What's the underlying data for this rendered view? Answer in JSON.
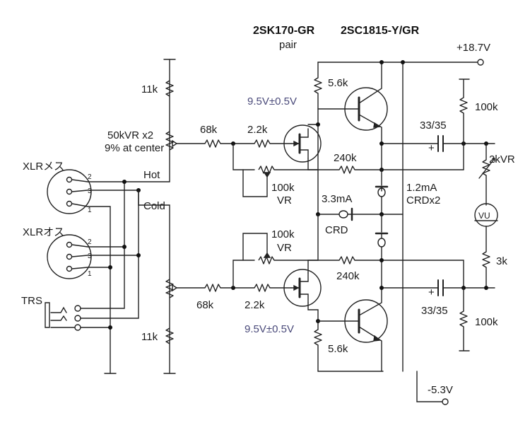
{
  "header": {
    "part_fet": "2SK170-GR",
    "part_bjt": "2SC1815-Y/GR",
    "pair_note": "pair"
  },
  "rails": {
    "pos": "+18.7V",
    "neg": "-5.3V"
  },
  "input": {
    "xlr_female": "XLRメス",
    "xlr_male": "XLRオス",
    "trs": "TRS",
    "hot": "Hot",
    "cold": "Cold",
    "pins": [
      "2",
      "3",
      "1"
    ]
  },
  "components": {
    "r_11k_top": "11k",
    "r_11k_bottom": "11k",
    "vr_50k_1": "50kVR x2",
    "vr_50k_2": "9% at center",
    "r_68k_top": "68k",
    "r_68k_bottom": "68k",
    "r_2k2_top": "2.2k",
    "r_2k2_bottom": "2.2k",
    "r_5k6_top": "5.6k",
    "r_5k6_bottom": "5.6k",
    "v_top": "9.5V±0.5V",
    "v_bottom": "9.5V±0.5V",
    "r_240k_top": "240k",
    "r_240k_bottom": "240k",
    "vr_100k_top_1": "100k",
    "vr_100k_top_2": "VR",
    "vr_100k_bottom_1": "100k",
    "vr_100k_bottom_2": "VR",
    "i_crd": "3.3mA",
    "crd": "CRD",
    "i_crd2_1": "1.2mA",
    "i_crd2_2": "CRDx2",
    "cap_top": "33/35",
    "cap_bottom": "33/35",
    "r_100k_top": "100k",
    "r_100k_bottom": "100k",
    "vr_2k": "2kVR",
    "meter": "VU",
    "r_3k": "3k",
    "plus": "+"
  }
}
